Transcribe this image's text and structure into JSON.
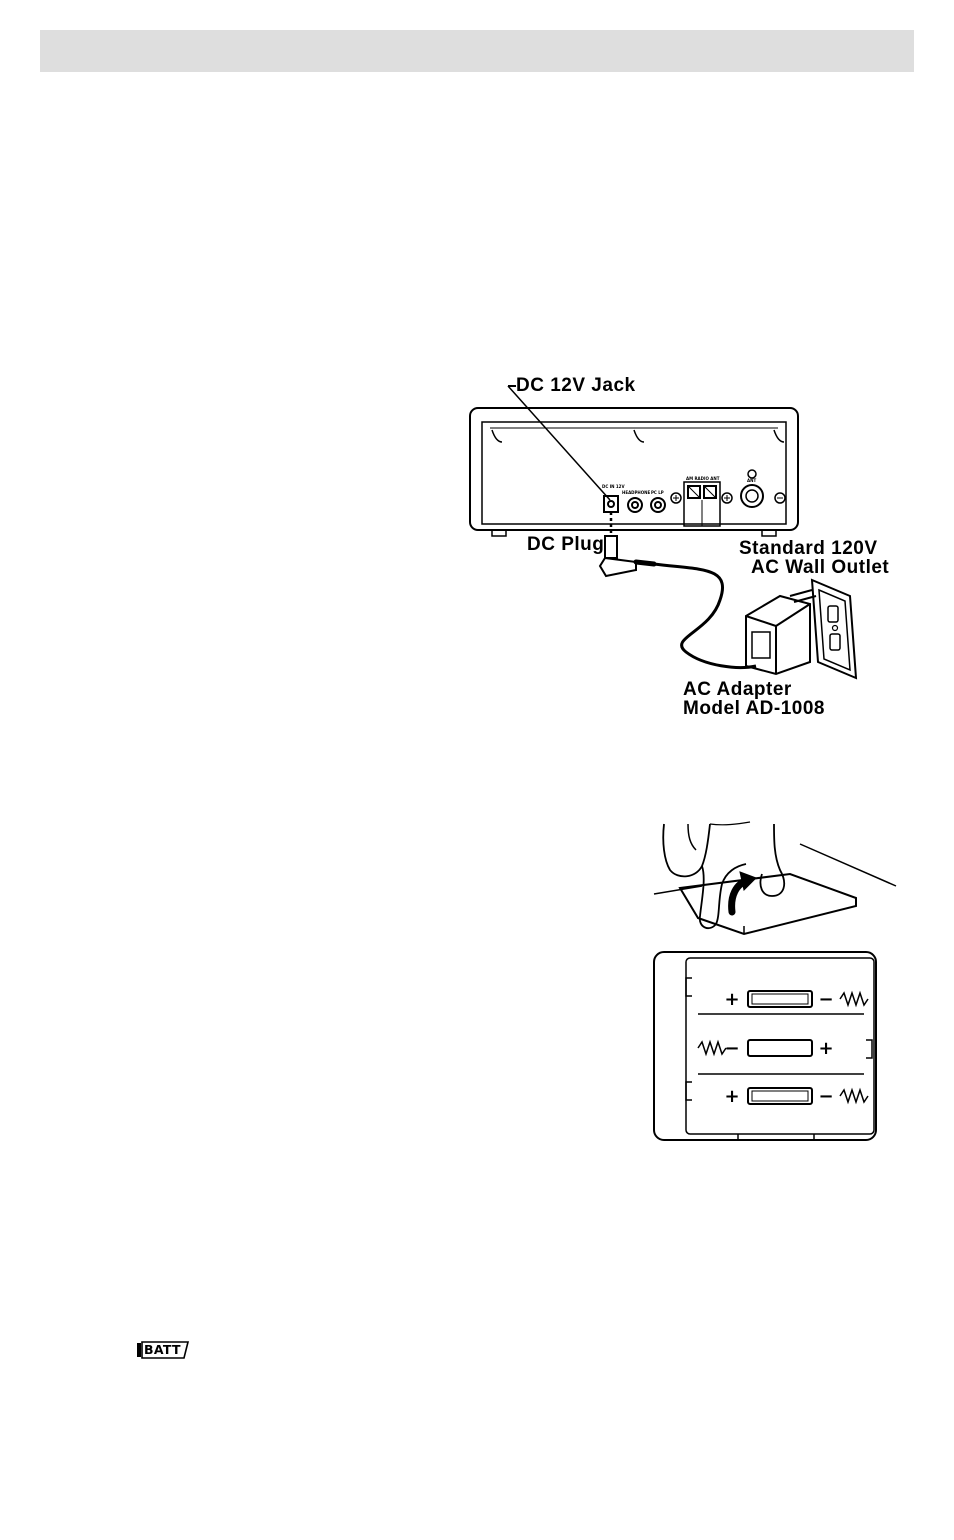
{
  "figure_power": {
    "dc_jack_label": "DC 12V Jack",
    "dc_plug_label": "DC Plug",
    "outlet_label_line1": "Standard 120V",
    "outlet_label_line2": "AC Wall Outlet",
    "adapter_label_line1": "AC Adapter",
    "adapter_label_line2": "Model AD-1008",
    "panel_labels": {
      "dc_in": "DC IN 12V",
      "headphone": "HEADPHONE",
      "pc_lp": "PC LP",
      "antenna_terminals": "AM RADIO ANT",
      "ant": "ANT"
    }
  },
  "figure_battery": {
    "plus_symbol": "+",
    "minus_symbol": "−"
  },
  "battery_indicator": {
    "label": "BATT"
  }
}
